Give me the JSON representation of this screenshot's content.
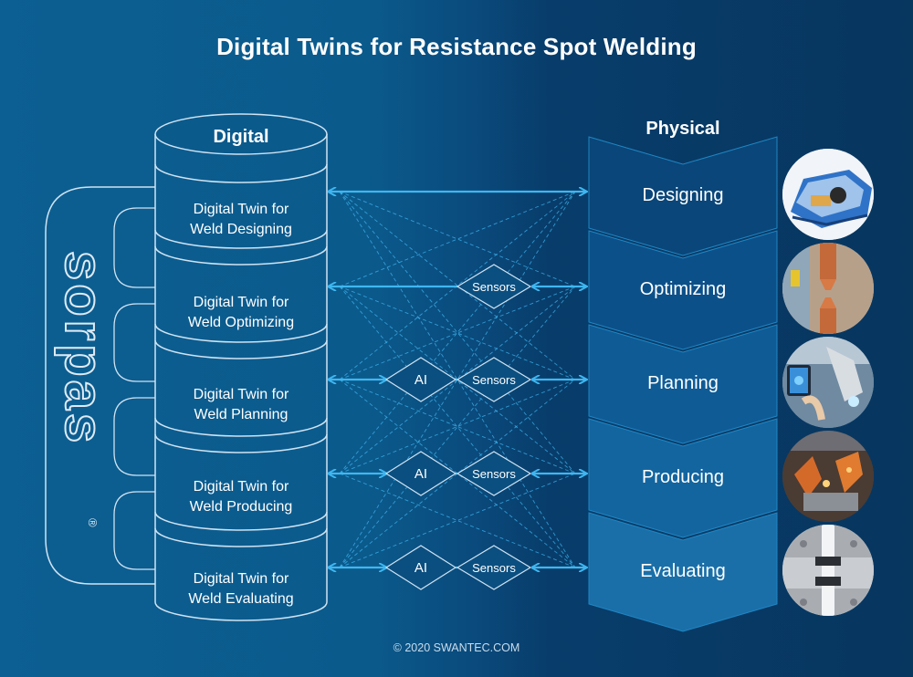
{
  "title": "Digital Twins for Resistance Spot Welding",
  "brand": "sorpas",
  "registered_mark": "®",
  "digital_header": "Digital",
  "physical_header": "Physical",
  "twins": [
    {
      "line1": "Digital Twin for",
      "line2": "Weld Designing"
    },
    {
      "line1": "Digital Twin for",
      "line2": "Weld Optimizing"
    },
    {
      "line1": "Digital Twin for",
      "line2": "Weld Planning"
    },
    {
      "line1": "Digital Twin for",
      "line2": "Weld Producing"
    },
    {
      "line1": "Digital Twin for",
      "line2": "Weld Evaluating"
    }
  ],
  "phases": [
    "Designing",
    "Optimizing",
    "Planning",
    "Producing",
    "Evaluating"
  ],
  "node_labels": {
    "ai": "AI",
    "sensors": "Sensors"
  },
  "links": [
    {
      "ai": false,
      "sensors": false
    },
    {
      "ai": false,
      "sensors": true
    },
    {
      "ai": true,
      "sensors": true
    },
    {
      "ai": true,
      "sensors": true
    },
    {
      "ai": true,
      "sensors": true
    }
  ],
  "photos": [
    "car-body-design-image",
    "welding-electrodes-image",
    "tablet-robot-planning-image",
    "robot-production-line-image",
    "weld-test-specimen-image"
  ],
  "colors": {
    "line": "#3fb6f0",
    "outline": "#cfe3f2",
    "phase_dark": "#0a4679",
    "phase_light": "#1a6fa8"
  },
  "footer": "© 2020 SWANTEC.COM"
}
